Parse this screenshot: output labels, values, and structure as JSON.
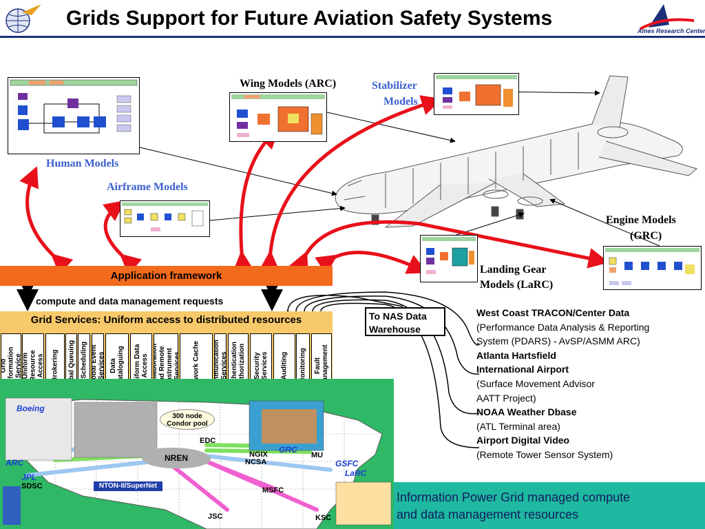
{
  "title": "Grids Support for Future  Aviation Safety Systems",
  "logo_text": "Ames Research Center",
  "model_labels": {
    "human": "Human Models",
    "airframe": "Airframe Models",
    "wing": "Wing Models (ARC)",
    "stabilizer_line1": "Stabilizer",
    "stabilizer_line2": "Models",
    "engine_line1": "Engine Models",
    "engine_line2": "(GRC)",
    "landing_line1": "Landing Gear",
    "landing_line2": "Models (LaRC)"
  },
  "application_framework": "Application framework",
  "requests_text": "compute and data management requests",
  "grid_services_header": "Grid Services: Uniform access to distributed resources",
  "grid_services": [
    {
      "line1": "Grid",
      "line2": "Information",
      "line3": "Service"
    },
    {
      "line1": "Uniform",
      "line2": "Resource",
      "line3": "Access"
    },
    {
      "line1": "Brokering",
      "line2": "",
      "line3": ""
    },
    {
      "line1": "Global Queuing",
      "line2": "",
      "line3": ""
    },
    {
      "line1": "Co-Scheduling",
      "line2": "",
      "line3": ""
    },
    {
      "line1": "Global Event",
      "line2": "Services",
      "line3": ""
    },
    {
      "line1": "Data",
      "line2": "Cataloguing",
      "line3": ""
    },
    {
      "line1": "Uniform Data",
      "line2": "Access",
      "line3": ""
    },
    {
      "line1": "Collaboration",
      "line2": "and Remote",
      "line3": "Instrument",
      "line4": "Services"
    },
    {
      "line1": "Network Cache",
      "line2": "",
      "line3": ""
    },
    {
      "line1": "Communication",
      "line2": "Services",
      "line3": ""
    },
    {
      "line1": "Authentication",
      "line2": "Authorization",
      "line3": ""
    },
    {
      "line1": "Security",
      "line2": "Services",
      "line3": ""
    },
    {
      "line1": "Auditing",
      "line2": "",
      "line3": ""
    },
    {
      "line1": "Monitoring",
      "line2": "",
      "line3": ""
    },
    {
      "line1": "Fault",
      "line2": "Management",
      "line3": ""
    }
  ],
  "nas_box_line1": "To NAS Data",
  "nas_box_line2": "Warehouse",
  "data_sources": [
    {
      "text": "West Coast TRACON/Center Data",
      "bold": true
    },
    {
      "text": "(Performance Data Analysis & Reporting",
      "bold": false
    },
    {
      "text": "System (PDARS) - AvSP/ASMM ARC)",
      "bold": false
    },
    {
      "text": "Atlanta Hartsfield",
      "bold": true
    },
    {
      "text": "International  Airport",
      "bold": true
    },
    {
      "text": "(Surface Movement Advisor",
      "bold": false
    },
    {
      "text": "AATT Project)",
      "bold": false
    },
    {
      "text": "NOAA Weather Dbase",
      "bold": true
    },
    {
      "text": "(ATL Terminal area)",
      "bold": false
    },
    {
      "text": "Airport Digital Video",
      "bold": true
    },
    {
      "text": "(Remote Tower Sensor System)",
      "bold": false
    }
  ],
  "map": {
    "boeing": "Boeing",
    "condor_line1": "300 node",
    "condor_line2": "Condor pool",
    "edc": "EDC",
    "nren": "NREN",
    "ngix": "NGIX",
    "ncsa": "NCSA",
    "grc": "GRC",
    "mu": "MU",
    "gsfc": "GSFC",
    "larc": "LaRC",
    "arc": "ARC",
    "jpl": "JPL",
    "sdsc": "SDSC",
    "nton": "NTON-II/SuperNet",
    "msfc": "MSFC",
    "jsc": "JSC",
    "ksc": "KSC"
  },
  "ipg_line1": "Information Power Grid managed compute",
  "ipg_line2": "and data management resources",
  "colors": {
    "title_rule": "#1b2f7a",
    "arrow_red": "#e8101a",
    "app_bar": "#f26a1b",
    "grid_panel": "#f7c96a",
    "map_bg": "#2fb865",
    "ipg_bg": "#1fb8a0"
  }
}
